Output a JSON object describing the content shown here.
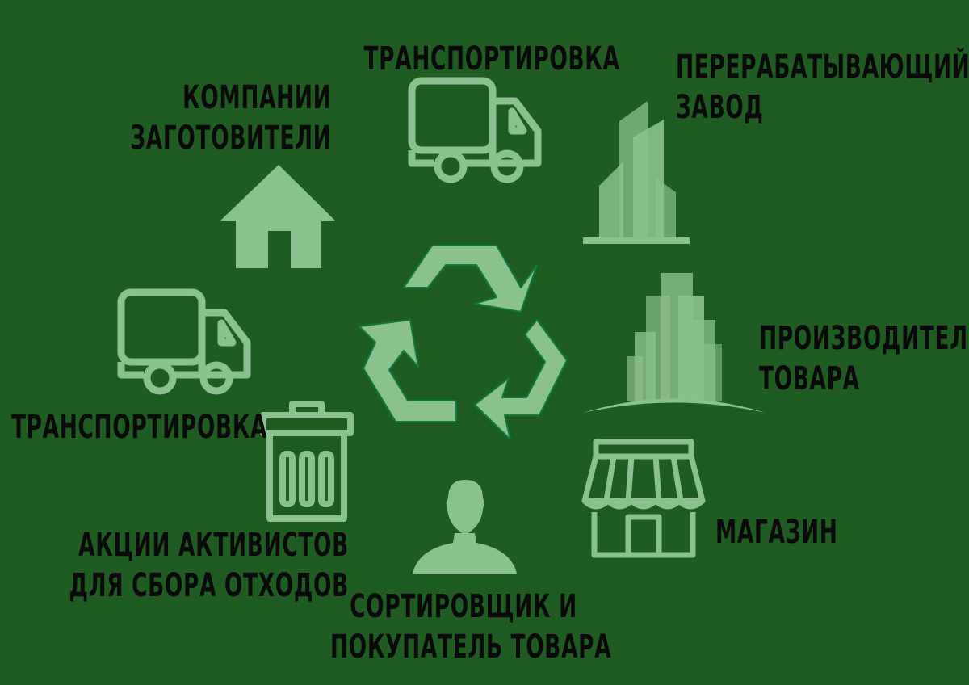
{
  "colors": {
    "background": "#1f5c22",
    "icon_fill": "#8bc18e",
    "label_text": "#0a0a0a"
  },
  "center_icon": "recycle-icon",
  "nodes": [
    {
      "id": "transport-top",
      "icon": "truck-icon",
      "lines": [
        "ТРАНСПОРТИРОВКА"
      ]
    },
    {
      "id": "processing-plant",
      "icon": "skyscraper-icon",
      "lines": [
        "ПЕРЕРАБАТЫВАЮЩИЙ",
        "ЗАВОД"
      ]
    },
    {
      "id": "manufacturer",
      "icon": "city-buildings-icon",
      "lines": [
        "ПРОИЗВОДИТЕЛЬ",
        "ТОВАРА"
      ]
    },
    {
      "id": "shop",
      "icon": "storefront-icon",
      "lines": [
        "МАГАЗИН"
      ]
    },
    {
      "id": "sorter",
      "icon": "person-icon",
      "lines": [
        "СОРТИРОВЩИК И",
        "ПОКУПАТЕЛЬ ТОВАРА"
      ]
    },
    {
      "id": "activists",
      "icon": "trash-can-icon",
      "lines": [
        "АКЦИИ АКТИВИСТОВ",
        "ДЛЯ СБОРА ОТХОДОВ"
      ]
    },
    {
      "id": "transport-left",
      "icon": "truck-icon",
      "lines": [
        "ТРАНСПОРТИРОВКА"
      ]
    },
    {
      "id": "collectors",
      "icon": "house-icon",
      "lines": [
        "КОМПАНИИ",
        "ЗАГОТОВИТЕЛИ"
      ]
    }
  ]
}
